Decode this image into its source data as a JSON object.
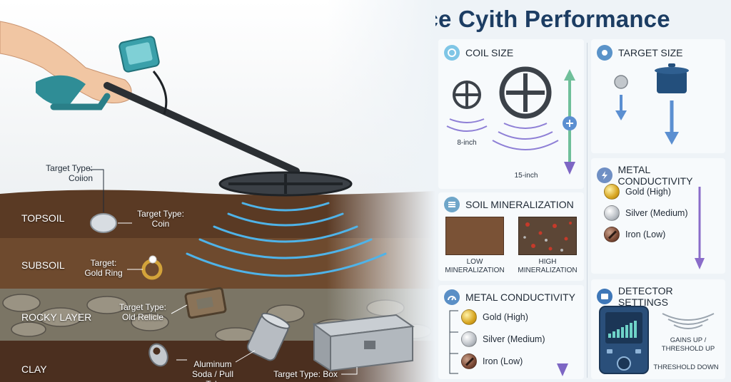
{
  "title": "Metal Detector Depth Performance Cyith Performance",
  "scene": {
    "layers": [
      "TOPSOIL",
      "SUBSOIL",
      "ROCKY LAYER",
      "CLAY"
    ],
    "callouts": {
      "coin_top": [
        "Target Type:",
        "Coiion"
      ],
      "coin": [
        "Target Type:",
        "Coin"
      ],
      "ring": [
        "Target:",
        "Gold Ring"
      ],
      "relic": [
        "Target Type:",
        "Old Relicle"
      ],
      "can": [
        "Aluminum",
        "Soda / Pull Tab"
      ],
      "box": [
        "Target Type: Box"
      ]
    }
  },
  "coil_size": {
    "title": "COIL SIZE",
    "small_label": "8-inch",
    "large_label": "15-inch"
  },
  "target_size": {
    "title": "TARGET SIZE"
  },
  "soil": {
    "title": "SOIL MINERALIZATION",
    "low": [
      "LOW",
      "MINERALIZATION"
    ],
    "high": [
      "HIGH",
      "MINERALIZATION"
    ]
  },
  "conductivity_top": {
    "title": "METAL CONDUCTIVITY",
    "items": [
      "Gold (High)",
      "Silver (Medium)",
      "Iron (Low)"
    ]
  },
  "conductivity_bottom": {
    "title": "METAL CONDUCTIVITY",
    "items": [
      "Gold (High)",
      "Silver (Medium)",
      "Iron (Low)"
    ]
  },
  "settings": {
    "title": "DETECTOR SETTINGS",
    "gains": [
      "GAINS UP /",
      "THRESHOLD UP"
    ],
    "threshold_down": "THRESHOLD DOWN"
  },
  "colors": {
    "title": "#1c3d63",
    "wave": "#4fb3e8",
    "arrow_blue": "#5b8fd1",
    "arrow_purple": "#8a6cc9",
    "topsoil": "#5a3a24",
    "subsoil": "#6e4a2e",
    "rock": "#7b7565",
    "clay": "#4b2f1f"
  }
}
